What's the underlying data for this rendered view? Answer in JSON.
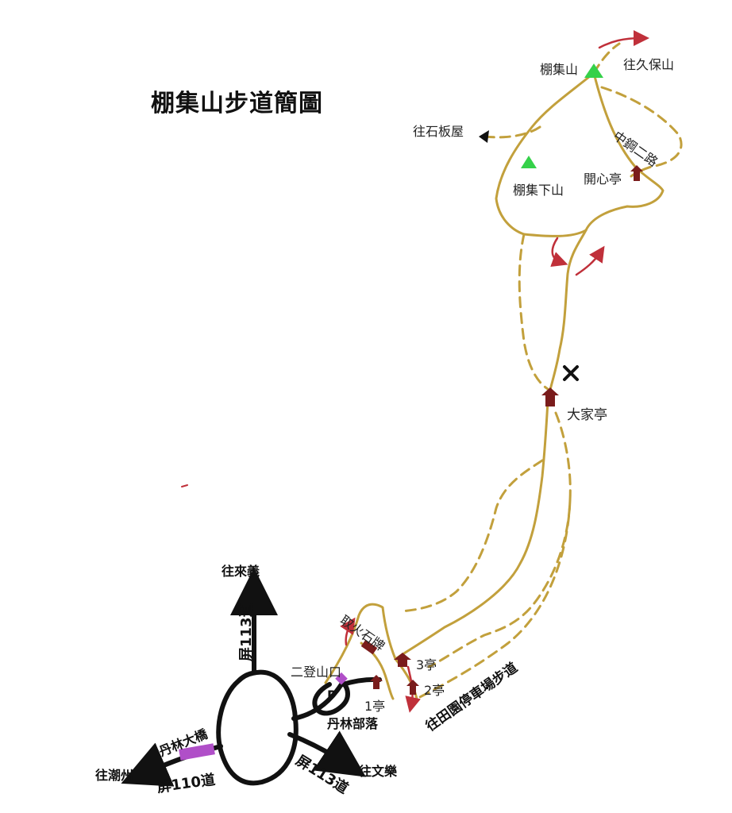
{
  "title": "棚集山步道簡圖",
  "peaks": {
    "main": "棚集山",
    "lower": "棚集下山"
  },
  "destinations": {
    "jiubao": "往久保山",
    "shiban": "往石板屋",
    "laiyi": "往來義",
    "chaozhou": "往潮州",
    "wenle": "往文樂"
  },
  "trails": {
    "zhonggang": "中鋼二路",
    "tianyuan": "往田園停車場步道"
  },
  "pavilions": {
    "kaixin": "開心亭",
    "dajia": "大家亭",
    "p1": "1亭",
    "p2": "2亭",
    "p3": "3亭"
  },
  "landmarks": {
    "fire_stone": "取火石牌",
    "trailhead": "二登山口",
    "parking": "P",
    "village": "丹林部落",
    "bridge": "丹林大橋"
  },
  "roads": {
    "r113_north": "屏113道",
    "r113_south": "屏113道",
    "r110": "屏110道"
  },
  "colors": {
    "trail": "#c2a03c",
    "road": "#111111",
    "pavilion": "#7a1c1c",
    "peak": "#35d14a",
    "landmark": "#b04fc8",
    "arrow": "#c0303a"
  }
}
